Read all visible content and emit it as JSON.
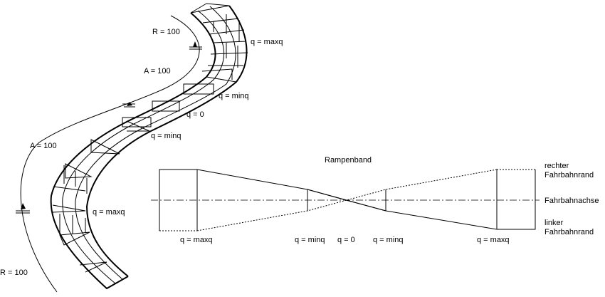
{
  "road_labels": {
    "radius_top": "R = 100",
    "clothoid_top": "A = 100",
    "q_maxq_top": "q = maxq",
    "q_minq_upper": "q = minq",
    "q_zero": "q = 0",
    "q_minq_lower": "q = minq",
    "clothoid_bottom": "A = 100",
    "q_maxq_bottom": "q = maxq",
    "radius_bottom": "R = 100"
  },
  "ramp": {
    "title": "Rampenband",
    "right_edge_line1": "rechter",
    "right_edge_line2": "Fahrbahnrand",
    "axis_label": "Fahrbahnachse",
    "left_edge_line1": "linker",
    "left_edge_line2": "Fahrbahnrand",
    "bottom_labels": [
      "q = maxq",
      "q = minq",
      "q = 0",
      "q = minq",
      "q = maxq"
    ]
  }
}
